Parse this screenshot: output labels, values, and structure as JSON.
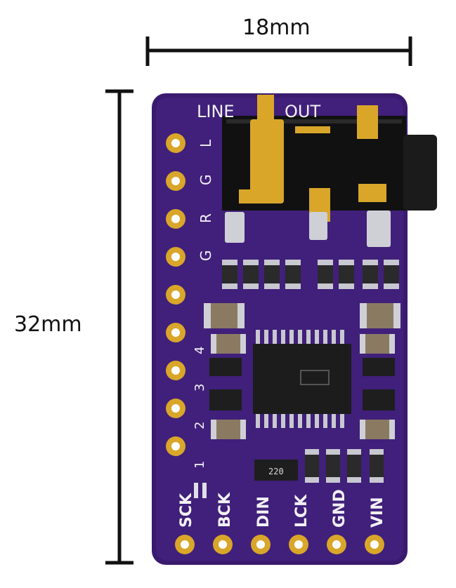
{
  "dimensions": {
    "width_label": "18mm",
    "height_label": "32mm"
  },
  "board": {
    "top_label_left": "LINE",
    "top_label_right": "OUT",
    "left_pins": [
      "L",
      "G",
      "R",
      "G"
    ],
    "side_numbers": [
      "4",
      "3",
      "2",
      "1"
    ],
    "bottom_pins": [
      "SCK",
      "BCK",
      "DIN",
      "LCK",
      "GND",
      "VIN"
    ],
    "resistor_marking": "220"
  },
  "colors": {
    "pcb": "#3a1a6e",
    "silkscreen": "#f2f0f6",
    "gold": "#d9a62a",
    "background": "#ffffff"
  }
}
